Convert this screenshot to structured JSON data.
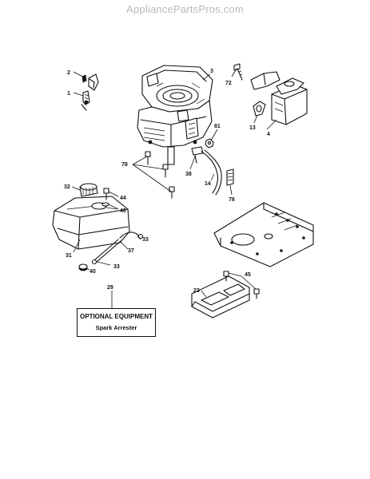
{
  "watermark": "AppliancePartsPros.com",
  "callouts": {
    "c1": "1",
    "c2": "2",
    "c3": "3",
    "c4": "4",
    "c13": "13",
    "c14": "14",
    "c23": "23",
    "c29": "29",
    "c31": "31",
    "c32": "32",
    "c33a": "33",
    "c33b": "33",
    "c37": "37",
    "c38": "38",
    "c40": "40",
    "c44": "44",
    "c45": "45",
    "c46": "46",
    "c72": "72",
    "c78a": "78",
    "c78b": "78",
    "c81": "81"
  },
  "optional_box": {
    "title": "OPTIONAL EQUIPMENT",
    "subtitle": "Spark Arrester"
  }
}
